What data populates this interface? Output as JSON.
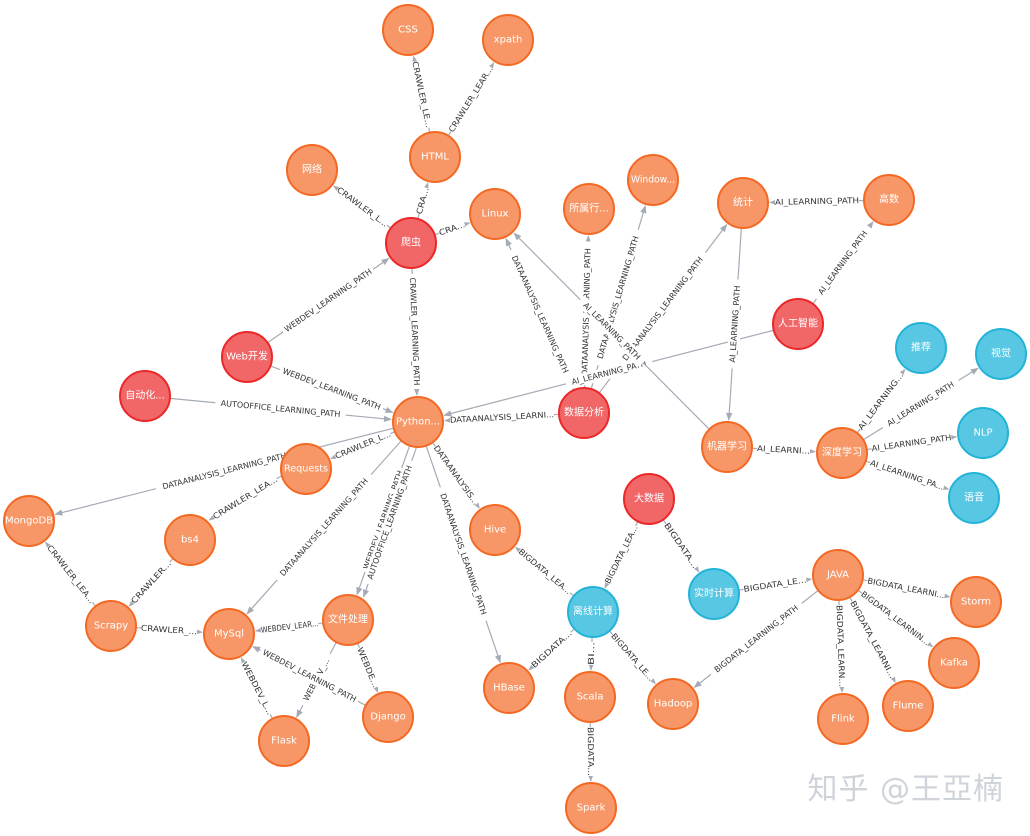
{
  "colors": {
    "orange": {
      "fill": "#f79767",
      "stroke": "#f36924"
    },
    "red": {
      "fill": "#f16667",
      "stroke": "#eb2728"
    },
    "blue": {
      "fill": "#57c7e3",
      "stroke": "#23b3d7"
    },
    "edge": "#a5abb6"
  },
  "watermark": "知乎 @王亞楠",
  "nodes": [
    {
      "id": "css",
      "label": "CSS",
      "color": "orange"
    },
    {
      "id": "xpath",
      "label": "xpath",
      "color": "orange"
    },
    {
      "id": "html",
      "label": "HTML",
      "color": "orange"
    },
    {
      "id": "wangluo",
      "label": "网络",
      "color": "orange"
    },
    {
      "id": "pachong",
      "label": "爬虫",
      "color": "red"
    },
    {
      "id": "linux",
      "label": "Linux",
      "color": "orange"
    },
    {
      "id": "suoshu",
      "label": "所属行...",
      "color": "orange"
    },
    {
      "id": "windows",
      "label": "Window...",
      "color": "orange"
    },
    {
      "id": "tongji",
      "label": "统计",
      "color": "orange"
    },
    {
      "id": "gaoshu",
      "label": "高数",
      "color": "orange"
    },
    {
      "id": "ai",
      "label": "人工智能",
      "color": "red"
    },
    {
      "id": "tuijian",
      "label": "推荐",
      "color": "blue"
    },
    {
      "id": "shijue",
      "label": "视觉",
      "color": "blue"
    },
    {
      "id": "nlp",
      "label": "NLP",
      "color": "blue"
    },
    {
      "id": "yuyin",
      "label": "语音",
      "color": "blue"
    },
    {
      "id": "webdev",
      "label": "Web开发",
      "color": "red"
    },
    {
      "id": "zidonghua",
      "label": "自动化...",
      "color": "red"
    },
    {
      "id": "python",
      "label": "Python...",
      "color": "orange"
    },
    {
      "id": "shujufenxi",
      "label": "数据分析",
      "color": "red"
    },
    {
      "id": "jiqixuexi",
      "label": "机器学习",
      "color": "orange"
    },
    {
      "id": "shendu",
      "label": "深度学习",
      "color": "orange"
    },
    {
      "id": "requests",
      "label": "Requests",
      "color": "orange"
    },
    {
      "id": "mongodb",
      "label": "MongoDB",
      "color": "orange"
    },
    {
      "id": "bs4",
      "label": "bs4",
      "color": "orange"
    },
    {
      "id": "hive",
      "label": "Hive",
      "color": "orange"
    },
    {
      "id": "dashuju",
      "label": "大数据",
      "color": "red"
    },
    {
      "id": "shishi",
      "label": "实时计算",
      "color": "blue"
    },
    {
      "id": "java",
      "label": "JAVA",
      "color": "orange"
    },
    {
      "id": "storm",
      "label": "Storm",
      "color": "orange"
    },
    {
      "id": "kafka",
      "label": "Kafka",
      "color": "orange"
    },
    {
      "id": "flume",
      "label": "Flume",
      "color": "orange"
    },
    {
      "id": "flink",
      "label": "Flink",
      "color": "orange"
    },
    {
      "id": "hadoop",
      "label": "Hadoop",
      "color": "orange"
    },
    {
      "id": "lixian",
      "label": "离线计算",
      "color": "blue"
    },
    {
      "id": "hbase",
      "label": "HBase",
      "color": "orange"
    },
    {
      "id": "scala",
      "label": "Scala",
      "color": "orange"
    },
    {
      "id": "spark",
      "label": "Spark",
      "color": "orange"
    },
    {
      "id": "scrapy",
      "label": "Scrapy",
      "color": "orange"
    },
    {
      "id": "mysql",
      "label": "MySql",
      "color": "orange"
    },
    {
      "id": "wenjian",
      "label": "文件处理",
      "color": "orange"
    },
    {
      "id": "django",
      "label": "Django",
      "color": "orange"
    },
    {
      "id": "flask",
      "label": "Flask",
      "color": "orange"
    }
  ],
  "edges": [
    {
      "from": "html",
      "to": "css",
      "label": "CRAWLER_LE..."
    },
    {
      "from": "html",
      "to": "xpath",
      "label": "CRAWLER_LEAR..."
    },
    {
      "from": "pachong",
      "to": "html",
      "label": "CRA..."
    },
    {
      "from": "pachong",
      "to": "wangluo",
      "label": "CRAWLER_L..."
    },
    {
      "from": "pachong",
      "to": "linux",
      "label": "CRA..."
    },
    {
      "from": "pachong",
      "to": "python",
      "label": "CRAWLER_LEARNING_PATH"
    },
    {
      "from": "webdev",
      "to": "pachong",
      "label": "WEBDEV_LEARNING_PATH"
    },
    {
      "from": "webdev",
      "to": "python",
      "label": "WEBDEV_LEARNING_PATH"
    },
    {
      "from": "zidonghua",
      "to": "python",
      "label": "AUTOOFFICE_LEARNING_PATH"
    },
    {
      "from": "shujufenxi",
      "to": "python",
      "label": "DATAANALYSIS_LEARNI..."
    },
    {
      "from": "shujufenxi",
      "to": "linux",
      "label": "DATAANALYSIS_LEARNING_PATH"
    },
    {
      "from": "shujufenxi",
      "to": "suoshu",
      "label": "DATAANALYSIS_LEARNING_PATH"
    },
    {
      "from": "shujufenxi",
      "to": "windows",
      "label": "DATAANALYSIS_LEARNING_PATH"
    },
    {
      "from": "shujufenxi",
      "to": "tongji",
      "label": "DATAANALYSIS_LEARNING_PATH"
    },
    {
      "from": "gaoshu",
      "to": "tongji",
      "label": "AI_LEARNING_PATH"
    },
    {
      "from": "ai",
      "to": "gaoshu",
      "label": "AI_LEARNING_PATH"
    },
    {
      "from": "ai",
      "to": "python",
      "label": "AI_LEARNING_PATH"
    },
    {
      "from": "tongji",
      "to": "jiqixuexi",
      "label": "AI_LEARNING_PATH"
    },
    {
      "from": "jiqixuexi",
      "to": "linux",
      "label": "AI_LEARNING_PATH"
    },
    {
      "from": "jiqixuexi",
      "to": "shendu",
      "label": "AI_LEARNI..."
    },
    {
      "from": "shendu",
      "to": "tuijian",
      "label": "AI_LEARNING..."
    },
    {
      "from": "shendu",
      "to": "shijue",
      "label": "AI_LEARNING_PATH"
    },
    {
      "from": "shendu",
      "to": "nlp",
      "label": "AI_LEARNING_PATH"
    },
    {
      "from": "shendu",
      "to": "yuyin",
      "label": "AI_LEARNING_PA..."
    },
    {
      "from": "python",
      "to": "requests",
      "label": "CRAWLER_L..."
    },
    {
      "from": "python",
      "to": "mongodb",
      "label": "DATAANALYSIS_LEARNING_PATH"
    },
    {
      "from": "python",
      "to": "hive",
      "label": "DATAANALYSIS..."
    },
    {
      "from": "python",
      "to": "hbase",
      "label": "DATAANALYSIS_LEARNING_PATH"
    },
    {
      "from": "python",
      "to": "mysql",
      "label": "DATAANALYSIS_LEARNING_PATH"
    },
    {
      "from": "python",
      "to": "wenjian",
      "label": "WEBDEV_LEARNING_PATH"
    },
    {
      "from": "python",
      "to": "wenjian",
      "label": "AUTOOFFICE_LEARNING_PATH"
    },
    {
      "from": "requests",
      "to": "bs4",
      "label": "CRAWLER_LEA..."
    },
    {
      "from": "bs4",
      "to": "scrapy",
      "label": "CRAWLER..."
    },
    {
      "from": "scrapy",
      "to": "mongodb",
      "label": "CRAWLER_LEA..."
    },
    {
      "from": "scrapy",
      "to": "mysql",
      "label": "CRAWLER_..."
    },
    {
      "from": "wenjian",
      "to": "mysql",
      "label": "WEBDEV_LEAR..."
    },
    {
      "from": "wenjian",
      "to": "django",
      "label": "WEBDE..."
    },
    {
      "from": "wenjian",
      "to": "flask",
      "label": "WEBDEV_..."
    },
    {
      "from": "flask",
      "to": "mysql",
      "label": "WEBDEV_L..."
    },
    {
      "from": "django",
      "to": "mysql",
      "label": "WEBDEV_LEARNING_PATH"
    },
    {
      "from": "dashuju",
      "to": "lixian",
      "label": "BIGDATA_LEA..."
    },
    {
      "from": "dashuju",
      "to": "shishi",
      "label": "BIGDATA..."
    },
    {
      "from": "shishi",
      "to": "java",
      "label": "BIGDATA_LE..."
    },
    {
      "from": "java",
      "to": "storm",
      "label": "BIGDATA_LEARNI..."
    },
    {
      "from": "java",
      "to": "kafka",
      "label": "BIGDATA_LEARNIN..."
    },
    {
      "from": "java",
      "to": "flume",
      "label": "BIGDATA_LEARNI..."
    },
    {
      "from": "java",
      "to": "flink",
      "label": "BIGDATA_LEARN..."
    },
    {
      "from": "java",
      "to": "hadoop",
      "label": "BIGDATA_LEARNING_PATH"
    },
    {
      "from": "lixian",
      "to": "hive",
      "label": "BIGDATA_LEA..."
    },
    {
      "from": "lixian",
      "to": "hbase",
      "label": "BIGDATA..."
    },
    {
      "from": "lixian",
      "to": "scala",
      "label": "BI..."
    },
    {
      "from": "lixian",
      "to": "hadoop",
      "label": "BIGDATA_LE..."
    },
    {
      "from": "scala",
      "to": "spark",
      "label": "BIGDATA..."
    }
  ]
}
